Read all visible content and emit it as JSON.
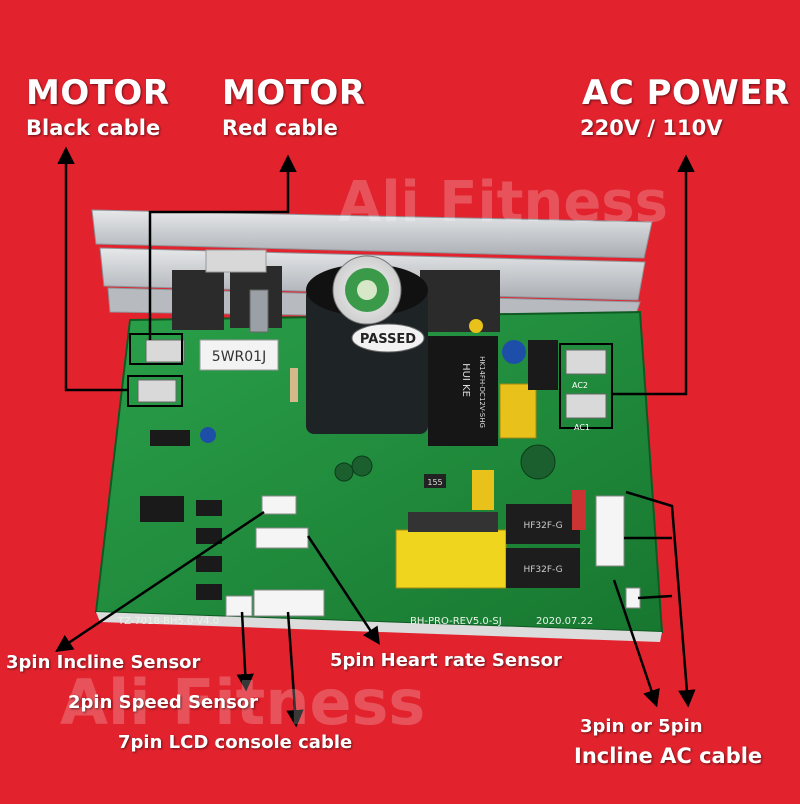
{
  "colors": {
    "background": "#e2232e",
    "board": "#1f8a3c",
    "heatsink": "#c9ccd0",
    "label": "#ffffff",
    "arrow": "#000000"
  },
  "labels": {
    "motor_black": {
      "title": "MOTOR",
      "sub": "Black cable"
    },
    "motor_red": {
      "title": "MOTOR",
      "sub": "Red cable"
    },
    "ac_power": {
      "title": "AC POWER",
      "sub": "220V / 110V"
    },
    "incline_sensor": "3pin Incline Sensor",
    "heart_rate_sensor": "5pin Heart rate Sensor",
    "speed_sensor": "2pin Speed Sensor",
    "lcd_cable": "7pin LCD console cable",
    "incline_ac_cable": {
      "line1": "3pin or 5pin",
      "line2": "Incline AC cable"
    }
  },
  "watermark": "Ali Fitness",
  "board_text": {
    "model_left": "TZ-7018-BH5.0-V4.0",
    "model_right": "BH-PRO-REV5.0-SJ",
    "date": "2020.07.22",
    "resistor": "5WR01J",
    "capacitor_stamp": "PASSED",
    "relay_brand": "HUI KE",
    "relay_model": "HK14FH-DC12V-SHG",
    "relay_small_1": "HF32F-G",
    "relay_small_2": "HF32F-G",
    "ac1": "AC1",
    "ac2": "AC2",
    "chip": "155"
  }
}
